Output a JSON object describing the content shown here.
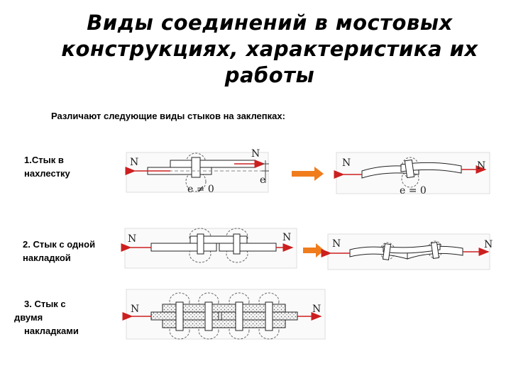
{
  "title": {
    "line1": "Виды соединений в мостовых",
    "line2": "конструкциях, характеристика их",
    "line3": "работы"
  },
  "subtitle": "Различают следующие виды стыков на заклепках:",
  "items": [
    {
      "line1": "1.Стык в",
      "line2": "нахлестку"
    },
    {
      "line1": "2. Стык с одной",
      "line2": "накладкой"
    },
    {
      "line1": "3. Стык с",
      "line2": "двумя",
      "line3": "накладками"
    }
  ],
  "symbols": {
    "force": "N",
    "ecc_nonzero": "e ≠ 0",
    "ecc_zero": "e = 0",
    "ecc_dim": "e"
  },
  "colors": {
    "arrow_force": "#cc1f1f",
    "arrow_transition": "#f07c1c"
  }
}
